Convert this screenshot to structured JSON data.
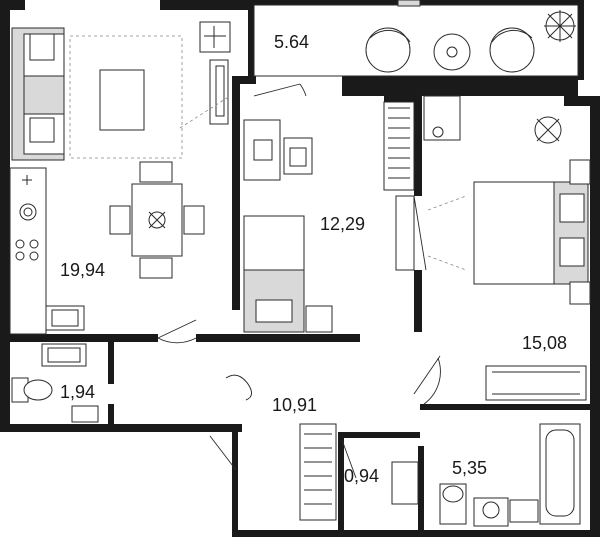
{
  "rooms": [
    {
      "id": "balcony",
      "area": "5.64"
    },
    {
      "id": "living-kitchen",
      "area": "19,94"
    },
    {
      "id": "study",
      "area": "12,29"
    },
    {
      "id": "bedroom",
      "area": "15,08"
    },
    {
      "id": "toilet",
      "area": "1,94"
    },
    {
      "id": "hallway",
      "area": "10,91"
    },
    {
      "id": "closet",
      "area": "0,94"
    },
    {
      "id": "bathroom",
      "area": "5,35"
    }
  ]
}
